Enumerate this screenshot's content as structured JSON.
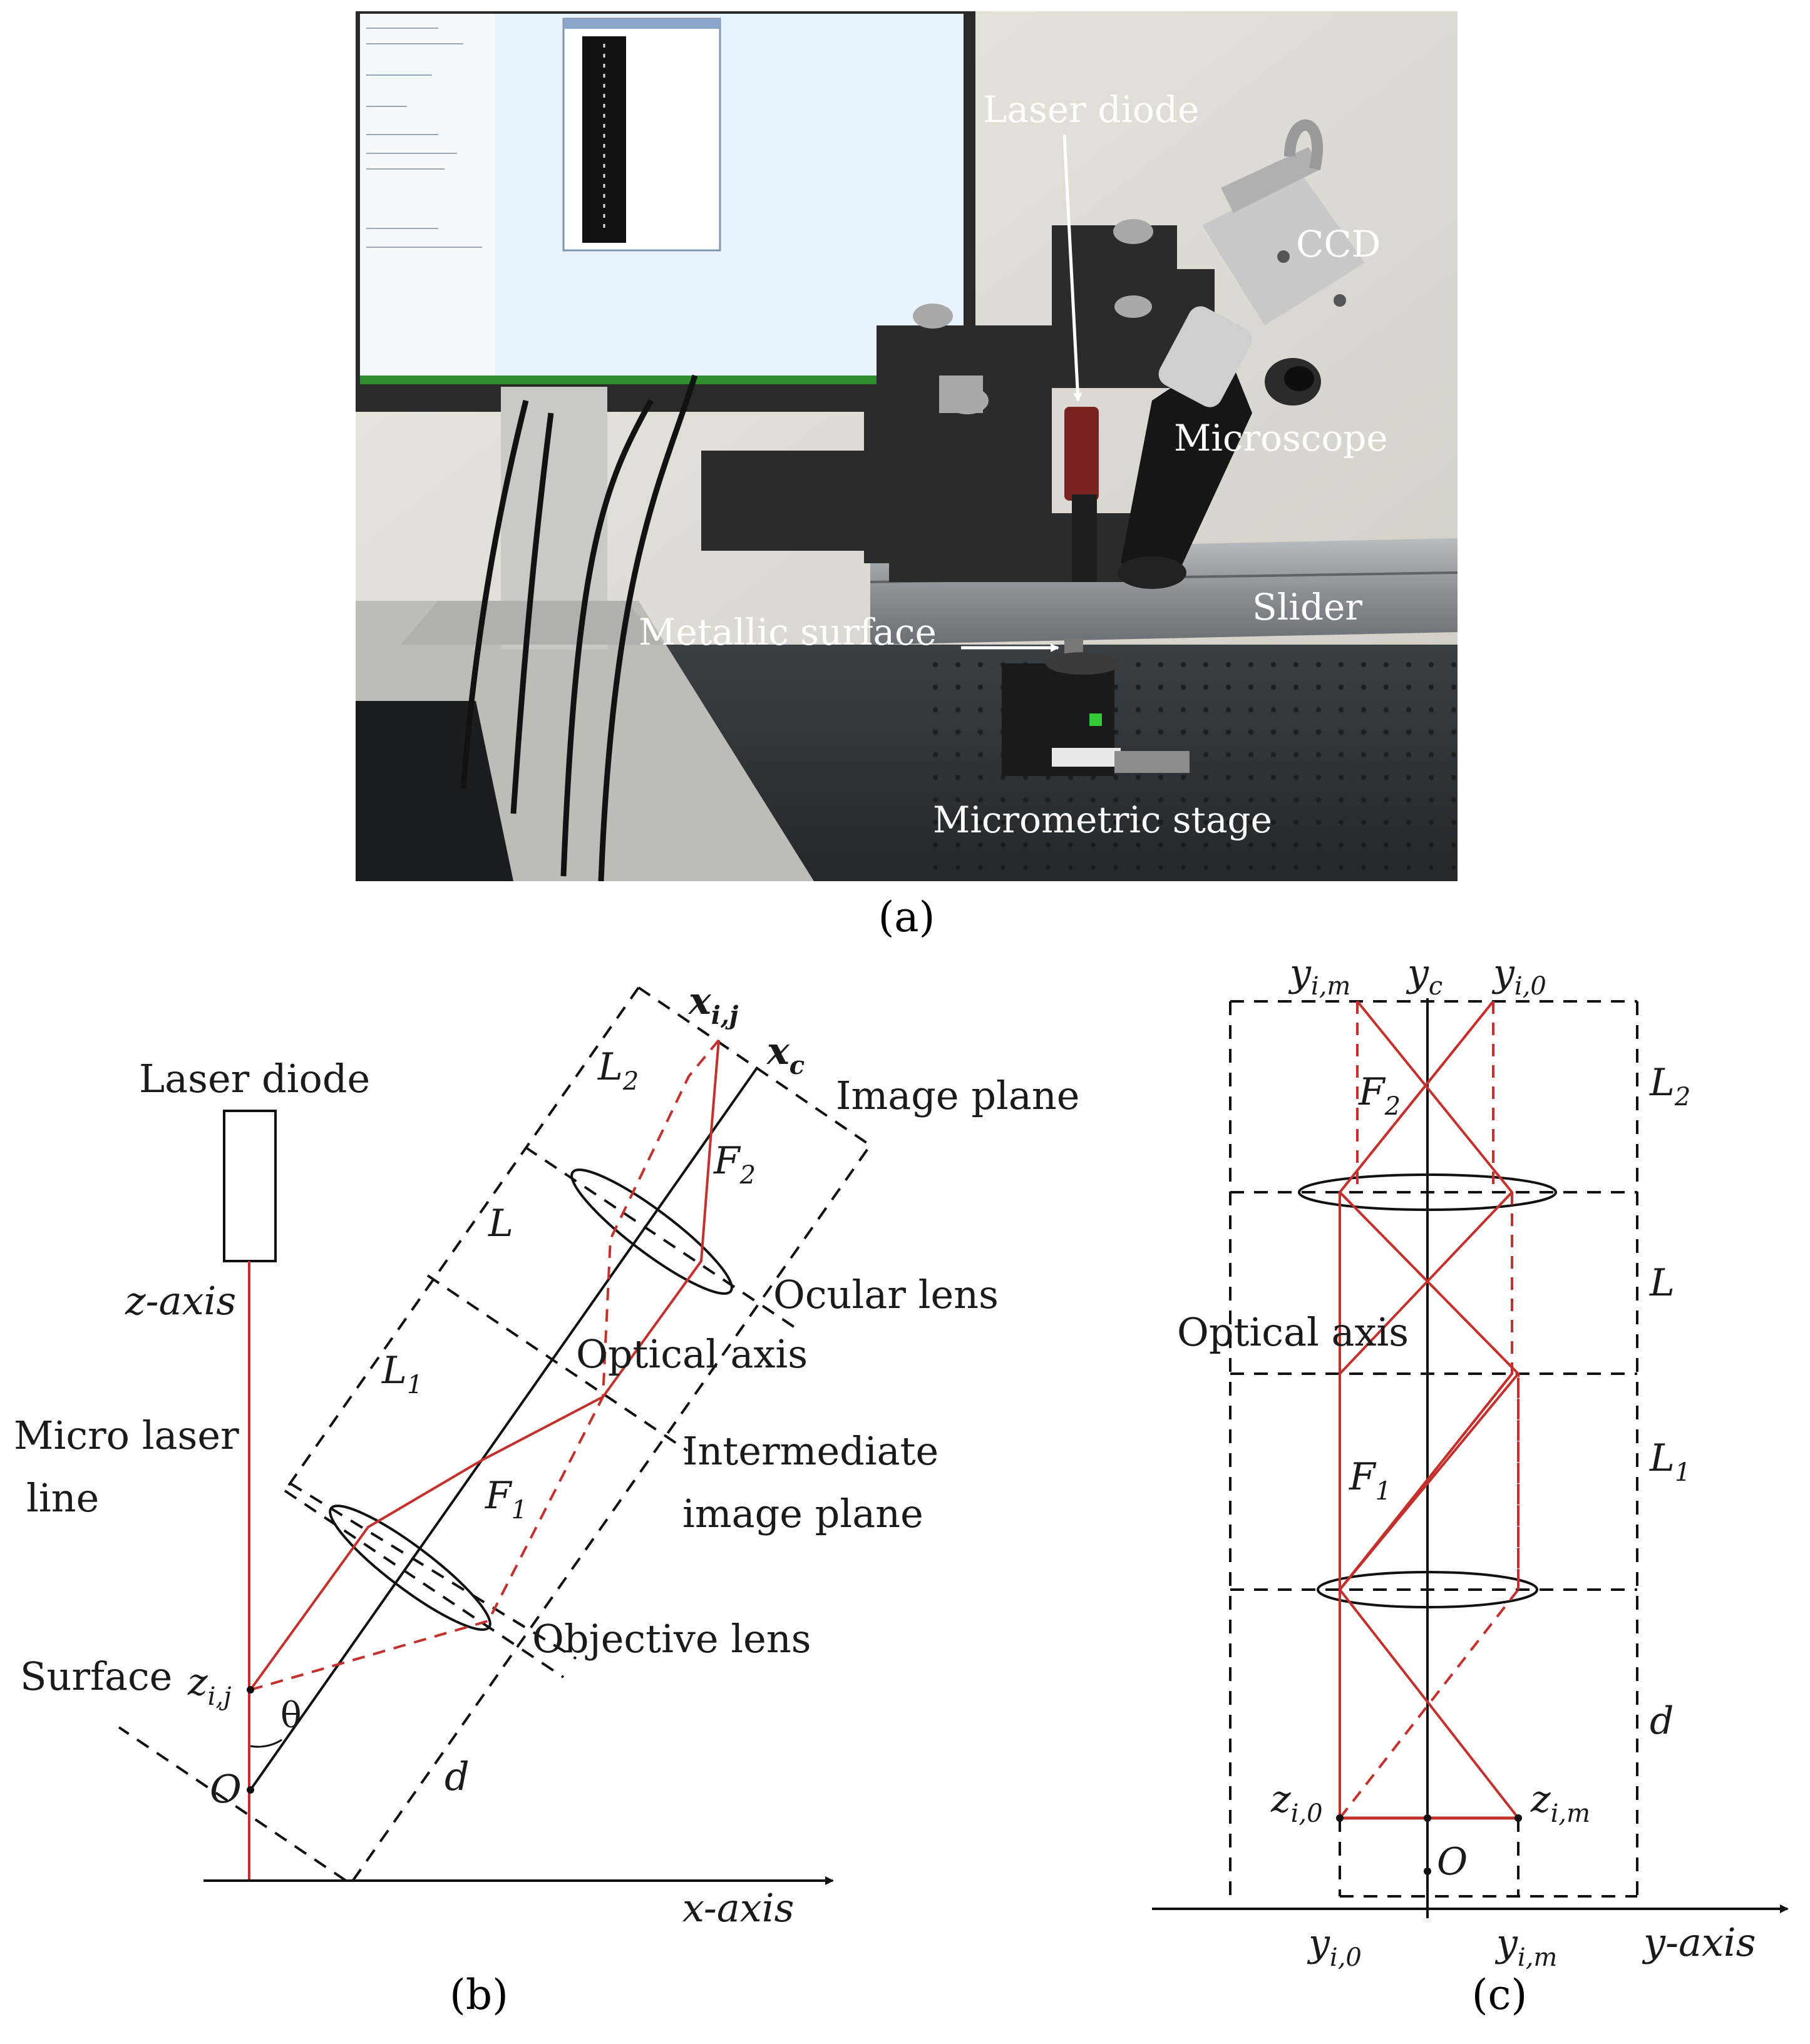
{
  "panel_a": {
    "caption": "(a)",
    "labels": {
      "laser_diode": "Laser diode",
      "ccd": "CCD",
      "microscope": "Microscope",
      "slider": "Slider",
      "metallic_surface": "Metallic surface",
      "micrometric_stage": "Micrometric stage"
    }
  },
  "panel_b": {
    "caption": "(b)",
    "labels": {
      "laser_diode": "Laser diode",
      "z_axis": "z-axis",
      "micro_laser_line_1": "Micro laser",
      "micro_laser_line_2": "line",
      "surface": "Surface",
      "z_ij": "z",
      "z_ij_sub": "i,j",
      "theta": "θ",
      "origin": "O",
      "d": "d",
      "x_axis": "x-axis",
      "objective_lens": "Objective lens",
      "f1": "F",
      "f1_sub": "1",
      "intermediate_1": "Intermediate",
      "intermediate_2": "image plane",
      "optical_axis": "Optical axis",
      "l1": "L",
      "l1_sub": "1",
      "l": "L",
      "ocular_lens": "Ocular lens",
      "f2": "F",
      "f2_sub": "2",
      "l2": "L",
      "l2_sub": "2",
      "image_plane": "Image plane",
      "x_ij": "x",
      "x_ij_sub": "i,j",
      "x_c": "x",
      "x_c_sub": "c"
    }
  },
  "panel_c": {
    "caption": "(c)",
    "labels": {
      "y_im_top": "y",
      "y_im_top_sub": "i,m",
      "y_c": "y",
      "y_c_sub": "c",
      "y_i0_top": "y",
      "y_i0_top_sub": "i,0",
      "f2": "F",
      "f2_sub": "2",
      "l2": "L",
      "l2_sub": "2",
      "l": "L",
      "optical_axis": "Optical axis",
      "l1": "L",
      "l1_sub": "1",
      "f1": "F",
      "f1_sub": "1",
      "d": "d",
      "z_i0": "z",
      "z_i0_sub": "i,0",
      "z_im": "z",
      "z_im_sub": "i,m",
      "origin": "O",
      "y_i0_bottom": "y",
      "y_i0_bottom_sub": "i,0",
      "y_im_bottom": "y",
      "y_im_bottom_sub": "i,m",
      "y_axis": "y-axis"
    }
  },
  "colors": {
    "ray": "#c4302b",
    "line": "#111111"
  }
}
